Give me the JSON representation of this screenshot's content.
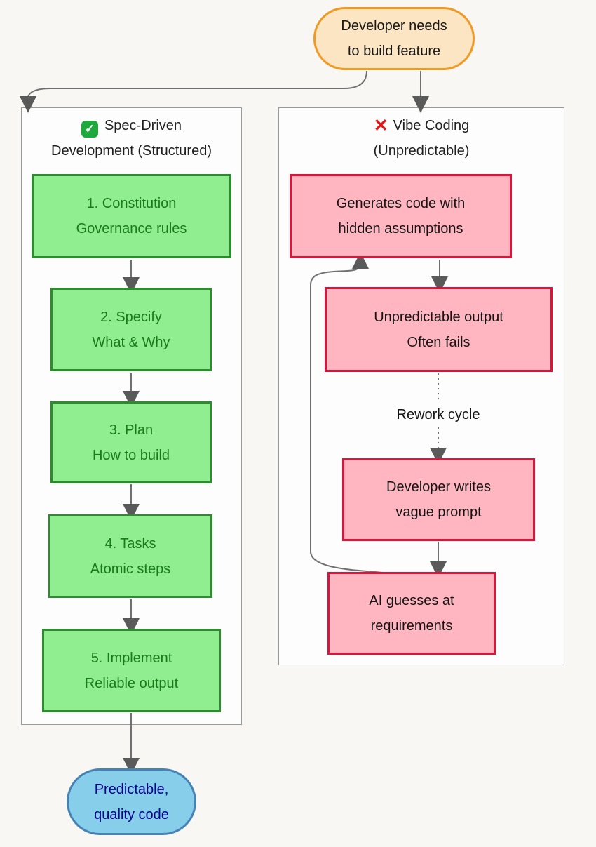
{
  "colors": {
    "background": "#F9F7F3",
    "subgraph_fill": "#FDFDFD",
    "subgraph_border": "#9A9A9A",
    "start_fill": "#FBE5C2",
    "start_border": "#F09A23",
    "green_fill": "#90EE90",
    "green_border": "#2F8B2F",
    "green_text": "#1A7A1A",
    "pink_fill": "#FFB6C1",
    "pink_border": "#DC143C",
    "end_fill": "#87CEEB",
    "end_border": "#4682B4",
    "end_text": "#00008B",
    "edge_line": "#707070",
    "arrowhead": "#5A5A5A"
  },
  "start_node": {
    "line1": "Developer needs",
    "line2": "to build feature"
  },
  "left_subgraph": {
    "icon": {
      "name": "check-badge-icon",
      "glyph": "✓"
    },
    "title_line1": "Spec-Driven",
    "title_line2": "Development (Structured)",
    "steps": [
      {
        "line1": "1. Constitution",
        "line2": "Governance rules"
      },
      {
        "line1": "2. Specify",
        "line2": "What & Why"
      },
      {
        "line1": "3. Plan",
        "line2": "How to build"
      },
      {
        "line1": "4. Tasks",
        "line2": "Atomic steps"
      },
      {
        "line1": "5. Implement",
        "line2": "Reliable output"
      }
    ]
  },
  "right_subgraph": {
    "icon": {
      "name": "cross-mark-icon",
      "glyph": "✕"
    },
    "title_line1": "Vibe Coding",
    "title_line2": "(Unpredictable)",
    "steps": [
      {
        "line1": "Generates code with",
        "line2": "hidden assumptions"
      },
      {
        "line1": "Unpredictable output",
        "line2": "Often fails"
      },
      {
        "line1": "Developer writes",
        "line2": "vague prompt"
      },
      {
        "line1": "AI guesses at",
        "line2": "requirements"
      }
    ]
  },
  "edge_label": "Rework cycle",
  "end_node": {
    "line1": "Predictable,",
    "line2": "quality code"
  }
}
